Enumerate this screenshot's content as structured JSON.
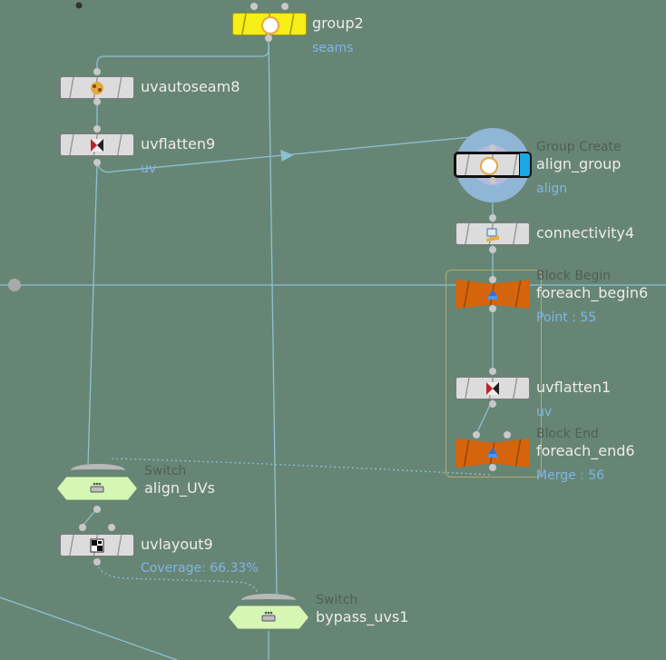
{
  "nodes": {
    "group2": {
      "name": "group2",
      "info": "seams"
    },
    "uvautoseam8": {
      "name": "uvautoseam8"
    },
    "uvflatten9": {
      "name": "uvflatten9",
      "info": "uv"
    },
    "align_group": {
      "type": "Group Create",
      "name": "align_group",
      "info": "align"
    },
    "connectivity4": {
      "name": "connectivity4"
    },
    "foreach_begin6": {
      "type": "Block Begin",
      "name": "foreach_begin6",
      "info": "Point : 55"
    },
    "uvflatten1": {
      "name": "uvflatten1",
      "info": "uv"
    },
    "foreach_end6": {
      "type": "Block End",
      "name": "foreach_end6",
      "info": "Merge : 56"
    },
    "align_UVs": {
      "type": "Switch",
      "name": "align_UVs"
    },
    "uvlayout9": {
      "name": "uvlayout9",
      "info": "Coverage: 66.33%"
    },
    "bypass_uvs1": {
      "type": "Switch",
      "name": "bypass_uvs1"
    }
  },
  "colors": {
    "background": "#678575",
    "wire": "#8cc2d2",
    "label": "#ececec",
    "info": "#7fb6e8",
    "group_node": "#f6ee14",
    "block_node": "#d4650c",
    "switch_node": "#d6f6b4",
    "selected_flag": "#19a7e6"
  },
  "icons": {
    "group2": "group-ring-icon",
    "uvautoseam8": "uvautoseam-icon",
    "uvflatten9": "uvflatten-icon",
    "align_group": "group-ring-icon",
    "connectivity4": "connectivity-icon",
    "foreach_begin6": "foreach-icon",
    "uvflatten1": "uvflatten-icon",
    "foreach_end6": "foreach-icon",
    "align_UVs": "switch-icon",
    "uvlayout9": "uvlayout-icon",
    "bypass_uvs1": "switch-icon"
  }
}
